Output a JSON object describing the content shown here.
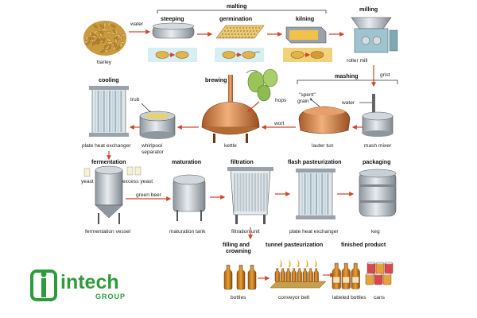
{
  "labels": {
    "malting": "malting",
    "water_top": "water",
    "steeping": "steeping",
    "germination": "germination",
    "kilning": "kilning",
    "milling": "milling",
    "barley": "barley",
    "roller_mill": "roller mill",
    "grist": "grist",
    "cooling": "cooling",
    "brewing": "brewing",
    "trub": "trub",
    "hops": "hops",
    "spent_grain": "\"spent\"\ngrain",
    "mashing": "mashing",
    "water_mid": "water",
    "wort": "wort",
    "plate_heat_exchanger_top": "plate heat exchanger",
    "whirlpool_separator": "whirlpool\nseparator",
    "kettle": "kettle",
    "lauter_tun": "lauter tun",
    "mash_mixer": "mash mixer",
    "fermentation": "fermentation",
    "yeast": "yeast",
    "excess_yeast": "excess yeast",
    "green_beer": "green beer",
    "maturation": "maturation",
    "filtration": "filtration",
    "flash_pasteurization": "flash pasteurization",
    "packaging": "packaging",
    "fermentation_vessel": "fermentation vessel",
    "maturation_tank": "maturation tank",
    "filtration_unit": "filtration unit",
    "plate_heat_exchanger_bottom": "plate heat exchanger",
    "keg": "keg",
    "filling_and_crowning": "filling and\ncrowning",
    "tunnel_pasteurization": "tunnel pasteurization",
    "finished_product": "finished product",
    "bottles": "bottles",
    "conveyor_belt": "conveyor belt",
    "labeled_bottles": "labeled bottles",
    "cans": "cans"
  },
  "logo": {
    "name": "intech",
    "tagline": "GROUP",
    "color": "#2e9b3a"
  },
  "colors": {
    "arrow": "#d2452a",
    "copper": "#c9773f",
    "steel": "#b9c0c7",
    "grain": "#e5b75a",
    "amber": "#d88a1e"
  }
}
